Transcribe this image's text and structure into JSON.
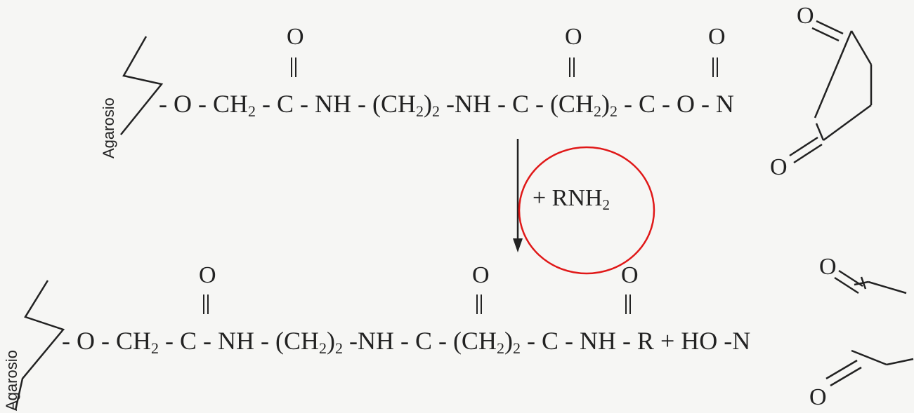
{
  "support_label": "Agarosio",
  "reactant": {
    "part1": "- O - CH",
    "part1_sub": "2",
    "part2": " - C - NH - (CH",
    "part2_sub": "2",
    "part3": ")",
    "part3_sub": "2",
    "part4": " -NH - C - (CH",
    "part4_sub": "2",
    "part5": ")",
    "part5_sub": "2",
    "part6": " - C - O - N"
  },
  "reagent": {
    "text": "+ RNH",
    "sub": "2"
  },
  "product": {
    "part1": "- O - CH",
    "part1_sub": "2",
    "part2": " - C - NH - (CH",
    "part2_sub": "2",
    "part3": ")",
    "part3_sub": "2",
    "part4": " -NH - C - (CH",
    "part4_sub": "2",
    "part5": ")",
    "part5_sub": "2",
    "part6": " - C - NH - R + HO -N"
  },
  "oxygen_symbol": "O",
  "colors": {
    "ink": "#222222",
    "highlight_circle": "#e01818",
    "background": "#f6f6f4"
  }
}
